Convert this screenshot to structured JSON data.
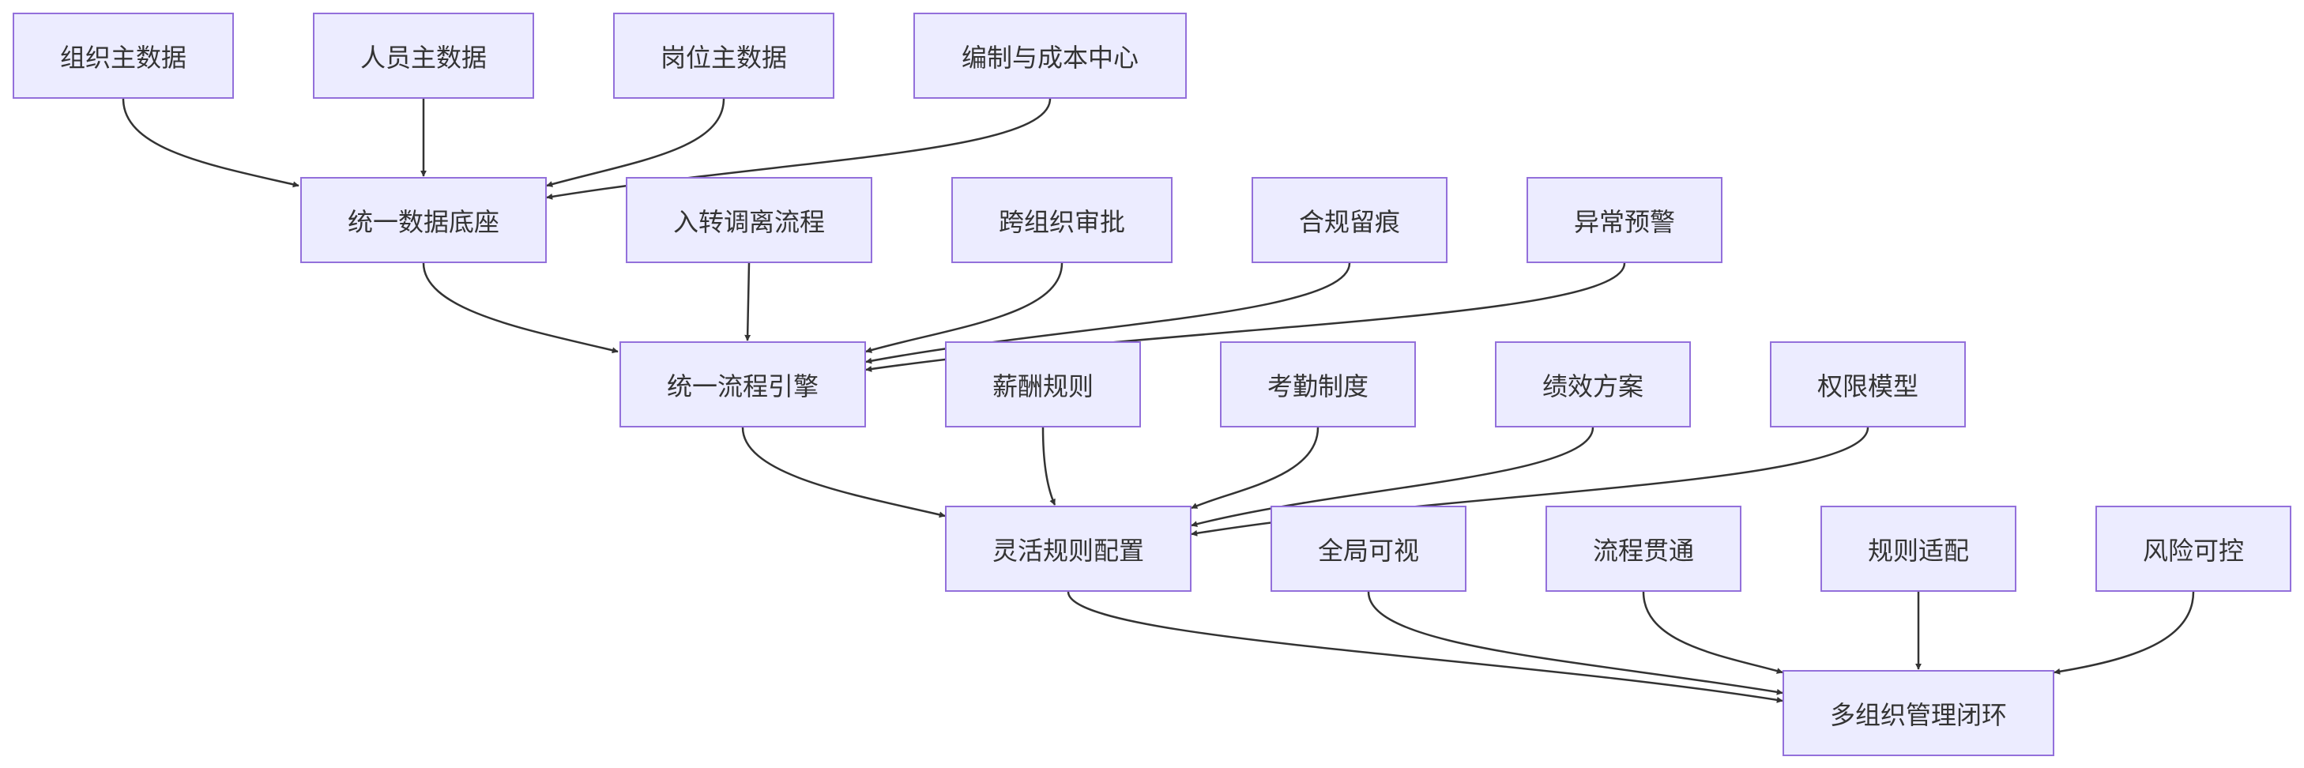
{
  "diagram": {
    "nodes": [
      {
        "id": "org_master",
        "label": "组织主数据"
      },
      {
        "id": "person_master",
        "label": "人员主数据"
      },
      {
        "id": "post_master",
        "label": "岗位主数据"
      },
      {
        "id": "staffing_cost",
        "label": "编制与成本中心"
      },
      {
        "id": "data_base",
        "label": "统一数据底座"
      },
      {
        "id": "hr_flow",
        "label": "入转调离流程"
      },
      {
        "id": "cross_approval",
        "label": "跨组织审批"
      },
      {
        "id": "compliance_trace",
        "label": "合规留痕"
      },
      {
        "id": "anomaly_alert",
        "label": "异常预警"
      },
      {
        "id": "flow_engine",
        "label": "统一流程引擎"
      },
      {
        "id": "pay_rules",
        "label": "薪酬规则"
      },
      {
        "id": "attendance",
        "label": "考勤制度"
      },
      {
        "id": "performance",
        "label": "绩效方案"
      },
      {
        "id": "permission_model",
        "label": "权限模型"
      },
      {
        "id": "rule_config",
        "label": "灵活规则配置"
      },
      {
        "id": "global_view",
        "label": "全局可视"
      },
      {
        "id": "flow_through",
        "label": "流程贯通"
      },
      {
        "id": "rule_fit",
        "label": "规则适配"
      },
      {
        "id": "risk_control",
        "label": "风险可控"
      },
      {
        "id": "closed_loop",
        "label": "多组织管理闭环"
      }
    ],
    "edges": [
      {
        "from": "org_master",
        "to": "data_base"
      },
      {
        "from": "person_master",
        "to": "data_base"
      },
      {
        "from": "post_master",
        "to": "data_base"
      },
      {
        "from": "staffing_cost",
        "to": "data_base"
      },
      {
        "from": "data_base",
        "to": "flow_engine"
      },
      {
        "from": "hr_flow",
        "to": "flow_engine"
      },
      {
        "from": "cross_approval",
        "to": "flow_engine"
      },
      {
        "from": "compliance_trace",
        "to": "flow_engine"
      },
      {
        "from": "anomaly_alert",
        "to": "flow_engine"
      },
      {
        "from": "flow_engine",
        "to": "rule_config"
      },
      {
        "from": "pay_rules",
        "to": "rule_config"
      },
      {
        "from": "attendance",
        "to": "rule_config"
      },
      {
        "from": "performance",
        "to": "rule_config"
      },
      {
        "from": "permission_model",
        "to": "rule_config"
      },
      {
        "from": "rule_config",
        "to": "closed_loop"
      },
      {
        "from": "global_view",
        "to": "closed_loop"
      },
      {
        "from": "flow_through",
        "to": "closed_loop"
      },
      {
        "from": "rule_fit",
        "to": "closed_loop"
      },
      {
        "from": "risk_control",
        "to": "closed_loop"
      }
    ]
  }
}
